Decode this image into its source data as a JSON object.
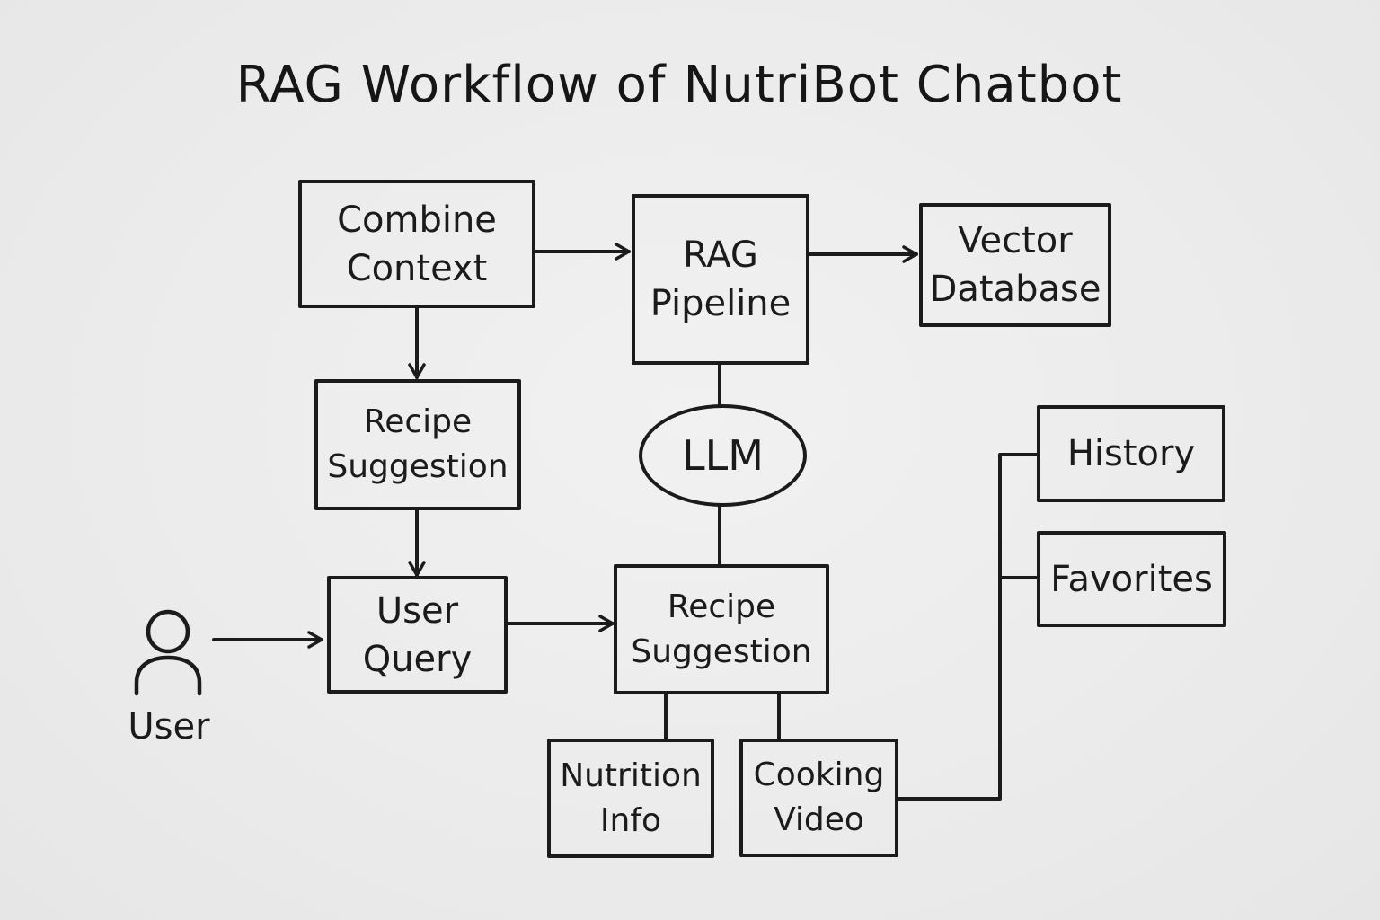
{
  "title": "RAG Workflow of NutriBot Chatbot",
  "nodes": {
    "combine_context": [
      "Combine",
      "Context"
    ],
    "rag_pipeline": [
      "RAG",
      "Pipeline"
    ],
    "vector_database": [
      "Vector",
      "Database"
    ],
    "recipe_suggestion_left": [
      "Recipe",
      "Suggestion"
    ],
    "llm": "LLM",
    "history": "History",
    "favorites": "Favorites",
    "user_query": [
      "User",
      "Query"
    ],
    "recipe_suggestion_center": [
      "Recipe",
      "Suggestion"
    ],
    "nutrition_info": [
      "Nutrition",
      "Info"
    ],
    "cooking_video": [
      "Cooking",
      "Video"
    ],
    "user": "User"
  },
  "edges": [
    {
      "from": "combine_context",
      "to": "rag_pipeline",
      "arrow": true
    },
    {
      "from": "rag_pipeline",
      "to": "vector_database",
      "arrow": true
    },
    {
      "from": "combine_context",
      "to": "recipe_suggestion_left",
      "arrow": true
    },
    {
      "from": "recipe_suggestion_left",
      "to": "user_query",
      "arrow": true
    },
    {
      "from": "user",
      "to": "user_query",
      "arrow": true
    },
    {
      "from": "user_query",
      "to": "recipe_suggestion_center",
      "arrow": true
    },
    {
      "from": "rag_pipeline",
      "to": "llm",
      "arrow": false
    },
    {
      "from": "llm",
      "to": "recipe_suggestion_center",
      "arrow": false
    },
    {
      "from": "recipe_suggestion_center",
      "to": "nutrition_info",
      "arrow": false
    },
    {
      "from": "recipe_suggestion_center",
      "to": "cooking_video",
      "arrow": false
    },
    {
      "from": "cooking_video",
      "to": "history",
      "arrow": false
    },
    {
      "from": "cooking_video",
      "to": "favorites",
      "arrow": false
    }
  ],
  "colors": {
    "background": "#ececec",
    "stroke": "#1b1b1b"
  }
}
